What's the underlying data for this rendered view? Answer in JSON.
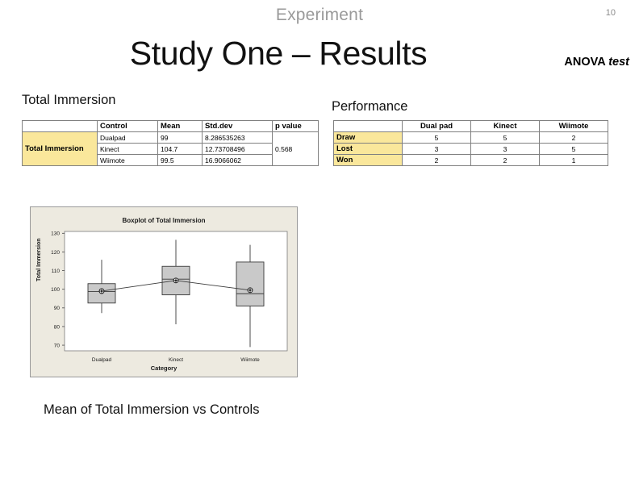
{
  "header": {
    "kicker": "Experiment",
    "title": "Study One – Results",
    "anova_main": "ANOVA",
    "anova_italic": "test",
    "page_number": "10"
  },
  "sections": {
    "left_label": "Total Immersion",
    "right_label": "Performance"
  },
  "immersion_table": {
    "headers": [
      "",
      "Control",
      "Mean",
      "Std.dev",
      "p value"
    ],
    "row_header": "Total Immersion",
    "rows": [
      {
        "control": "Dualpad",
        "mean": "99",
        "std": "8.286535263"
      },
      {
        "control": "Kinect",
        "mean": "104.7",
        "std": "12.73708496"
      },
      {
        "control": "Wiimote",
        "mean": "99.5",
        "std": "16.9066062"
      }
    ],
    "p_value": "0.568",
    "highlight_color": "#fae79b"
  },
  "performance_table": {
    "headers": [
      "",
      "Dual pad",
      "Kinect",
      "Wiimote"
    ],
    "rows": [
      {
        "label": "Draw",
        "values": [
          "5",
          "5",
          "2"
        ]
      },
      {
        "label": "Lost",
        "values": [
          "3",
          "3",
          "5"
        ]
      },
      {
        "label": "Won",
        "values": [
          "2",
          "2",
          "1"
        ]
      }
    ],
    "highlight_color": "#fae79b"
  },
  "chart_data": {
    "type": "box",
    "title": "Boxplot of Total Immersion",
    "xlabel": "Category",
    "ylabel": "Total Immersion",
    "categories": [
      "Dualpad",
      "Kinect",
      "Wiimote"
    ],
    "yticks": [
      70,
      80,
      90,
      100,
      110,
      120,
      130
    ],
    "ylim": [
      67,
      131
    ],
    "grid": false,
    "legend": "none",
    "background_color": "#edeae0",
    "box_fill": "#c9c9c9",
    "boxes": [
      {
        "category": "Dualpad",
        "whisker_low": 87.2,
        "q1": 92.6,
        "median": 98.8,
        "q3": 103.0,
        "whisker_high": 115.8,
        "mean": 99.0
      },
      {
        "category": "Kinect",
        "whisker_low": 81.2,
        "q1": 97.0,
        "median": 105.4,
        "q3": 112.3,
        "whisker_high": 126.5,
        "mean": 104.7
      },
      {
        "category": "Wiimote",
        "whisker_low": 69.0,
        "q1": 91.0,
        "median": 97.6,
        "q3": 114.6,
        "whisker_high": 123.8,
        "mean": 99.5
      }
    ],
    "mean_line": {
      "values": [
        99.0,
        104.7,
        99.5
      ],
      "connected": true
    }
  },
  "caption": "Mean of Total Immersion vs Controls"
}
